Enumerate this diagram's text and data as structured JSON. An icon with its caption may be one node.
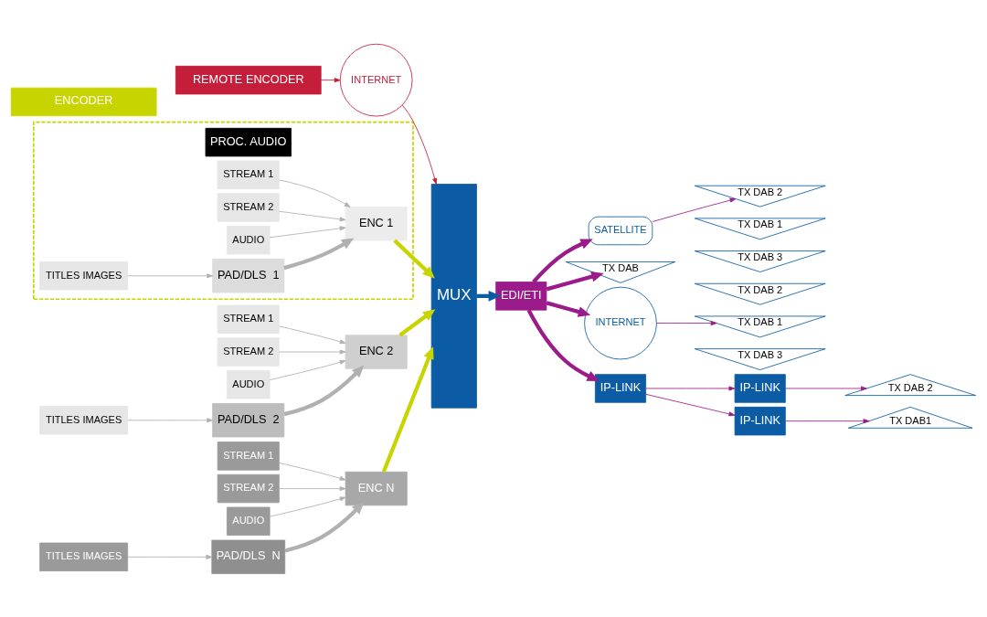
{
  "diagram": {
    "nodes": [
      {
        "text": [
          "REMOTE ENCODER"
        ]
      },
      {
        "text": [
          "INTERNET"
        ]
      },
      {
        "text": [
          "ENCODER"
        ]
      },
      {
        "text": [],
        "shape": "box"
      },
      {
        "text": [
          "PROC. AUDIO"
        ],
        "in": 3
      },
      {
        "text": [
          "STREAM 1"
        ],
        "in": 3
      },
      {
        "text": [
          "STREAM 2"
        ],
        "in": 3
      },
      {
        "text": [
          "AUDIO"
        ],
        "in": 3
      },
      {
        "text": [
          "ENC 1"
        ],
        "in": 3
      },
      {
        "text": [
          "TITLES IMAGES"
        ],
        "in": 3
      },
      {
        "text": [
          "PAD/DLS  1"
        ],
        "in": 3
      },
      {
        "text": [
          "STREAM 1"
        ]
      },
      {
        "text": [
          "STREAM 2"
        ]
      },
      {
        "text": [
          "AUDIO"
        ]
      },
      {
        "text": [
          "ENC 2"
        ]
      },
      {
        "text": [
          "TITLES IMAGES"
        ]
      },
      {
        "text": [
          "PAD/DLS  2"
        ]
      },
      {
        "text": [
          "STREAM 1"
        ]
      },
      {
        "text": [
          "STREAM 2"
        ]
      },
      {
        "text": [
          "AUDIO"
        ]
      },
      {
        "text": [
          "ENC N"
        ]
      },
      {
        "text": [
          "TITLES IMAGES"
        ]
      },
      {
        "text": [
          "PAD/DLS  N"
        ]
      },
      {
        "text": [
          "MUX"
        ]
      },
      {
        "text": [
          "EDI/ETI"
        ]
      },
      {
        "text": [
          "SATELLITE"
        ]
      },
      {
        "text": [
          "TX DAB 2"
        ]
      },
      {
        "text": [
          "TX DAB 1"
        ]
      },
      {
        "text": [
          "TX DAB 3"
        ]
      },
      {
        "text": [
          "TX DAB"
        ]
      },
      {
        "text": [
          "INTERNET"
        ]
      },
      {
        "text": [
          "TX DAB 2"
        ]
      },
      {
        "text": [
          "TX DAB 1"
        ]
      },
      {
        "text": [
          "TX DAB 3"
        ]
      },
      {
        "text": [
          "IP-LINK"
        ]
      },
      {
        "text": [
          "IP-LINK"
        ]
      },
      {
        "text": [
          "IP-LINK"
        ]
      },
      {
        "text": [
          "TX DAB 2"
        ]
      },
      {
        "text": [
          "TX DAB1"
        ]
      }
    ],
    "edges": [
      {
        "from": 0,
        "to": 1,
        "arrow": "to",
        "color": "#c41e3a"
      },
      {
        "from": 1,
        "to": 23,
        "arrow": "to",
        "color": "#c41e3a"
      },
      {
        "from": 5,
        "to": 8,
        "arrow": "to"
      },
      {
        "from": 6,
        "to": 8,
        "arrow": "to"
      },
      {
        "from": 7,
        "to": 8,
        "arrow": "to"
      },
      {
        "from": 9,
        "to": 10,
        "arrow": "to"
      },
      {
        "from": 10,
        "to": 8,
        "arrow": "to",
        "style": "thick"
      },
      {
        "from": 11,
        "to": 14,
        "arrow": "to"
      },
      {
        "from": 12,
        "to": 14,
        "arrow": "to"
      },
      {
        "from": 13,
        "to": 14,
        "arrow": "to"
      },
      {
        "from": 15,
        "to": 16,
        "arrow": "to"
      },
      {
        "from": 16,
        "to": 14,
        "arrow": "to",
        "style": "thick"
      },
      {
        "from": 17,
        "to": 20,
        "arrow": "to"
      },
      {
        "from": 18,
        "to": 20,
        "arrow": "to"
      },
      {
        "from": 19,
        "to": 20,
        "arrow": "to"
      },
      {
        "from": 21,
        "to": 22,
        "arrow": "to"
      },
      {
        "from": 22,
        "to": 20,
        "arrow": "to",
        "style": "thick"
      },
      {
        "from": 8,
        "to": 23,
        "arrow": "to",
        "color": "#c8d400",
        "style": "thick"
      },
      {
        "from": 14,
        "to": 23,
        "arrow": "to",
        "color": "#c8d400",
        "style": "thick"
      },
      {
        "from": 20,
        "to": 23,
        "arrow": "to",
        "color": "#c8d400",
        "style": "thick"
      },
      {
        "from": 23,
        "to": 24,
        "arrow": "to",
        "color": "#0b5ca5",
        "style": "thick"
      },
      {
        "from": 24,
        "to": 25,
        "arrow": "to",
        "color": "#9b1b8a",
        "style": "thick"
      },
      {
        "from": 25,
        "to": 26,
        "arrow": "to",
        "color": "#9b1b8a"
      },
      {
        "from": 24,
        "to": 30,
        "arrow": "to",
        "color": "#9b1b8a",
        "style": "thick"
      },
      {
        "from": 30,
        "to": 32,
        "arrow": "to",
        "color": "#9b1b8a"
      },
      {
        "from": 24,
        "to": 29,
        "arrow": "to",
        "color": "#9b1b8a",
        "style": "thick"
      },
      {
        "from": 24,
        "to": 34,
        "arrow": "to",
        "color": "#9b1b8a",
        "style": "thick"
      },
      {
        "from": 34,
        "to": 35,
        "arrow": "to",
        "color": "#9b1b8a"
      },
      {
        "from": 35,
        "to": 37,
        "arrow": "to",
        "color": "#9b1b8a"
      },
      {
        "from": 34,
        "to": 36,
        "arrow": "to",
        "color": "#9b1b8a"
      },
      {
        "from": 36,
        "to": 38,
        "arrow": "to",
        "color": "#9b1b8a"
      }
    ]
  }
}
